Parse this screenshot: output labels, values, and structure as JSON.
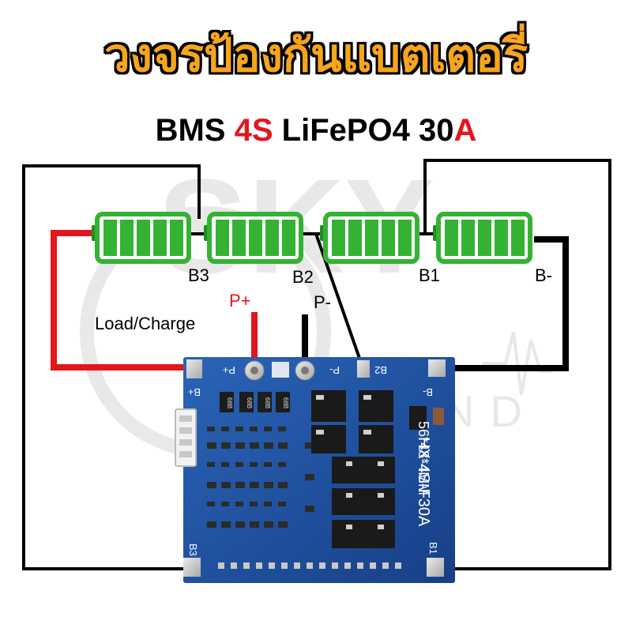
{
  "title_thai": "วงจรป้องกันแบตเตอรี่",
  "subtitle": {
    "part1": "BMS ",
    "part2": "4S",
    "part3": " LiFePO4 30",
    "part4": "A"
  },
  "labels": {
    "b3": "B3",
    "b2": "B2",
    "b1": "B1",
    "b_minus": "B-",
    "p_plus": "P+",
    "p_minus": "P-",
    "load_charge": "Load/Charge"
  },
  "board": {
    "pad_p_plus": "P+",
    "pad_p_minus": "P-",
    "pad_b2": "B2",
    "pad_b_plus": "B+",
    "pad_b_minus": "B-",
    "pad_b3": "B3",
    "pad_b1": "B1",
    "model": "HX-4S-F30A",
    "size": "56*48*4MM",
    "resistor": "68B"
  },
  "watermark": {
    "brand": "SKY",
    "sub": "ND"
  },
  "colors": {
    "battery_fill": "#35b233",
    "battery_border": "#1f8f1d",
    "wire_red": "#e3161c",
    "wire_black": "#000000",
    "pcb_blue": "#1b4f9e",
    "title_orange": "#f6a51c"
  }
}
